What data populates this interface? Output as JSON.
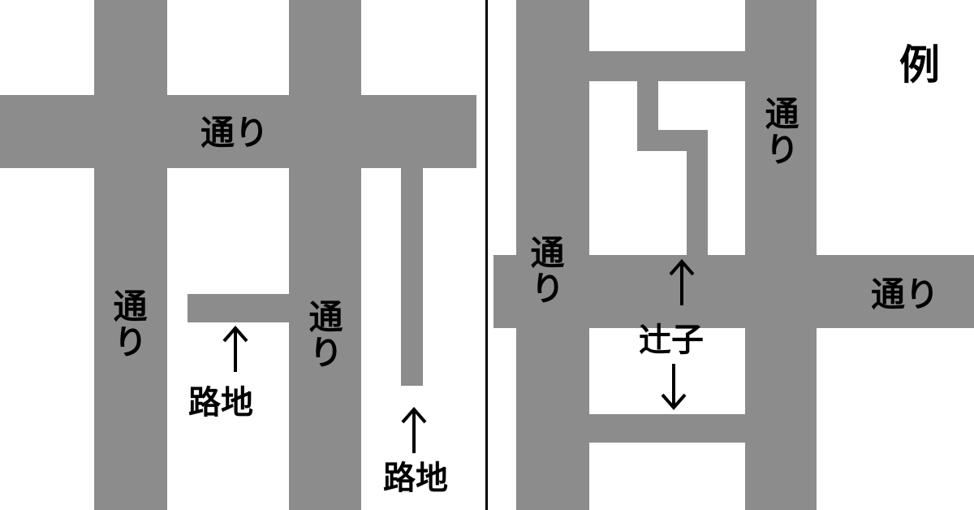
{
  "colors": {
    "road": "#8c8c8c",
    "background": "#ffffff",
    "text": "#000000",
    "divider": "#000000"
  },
  "left_panel": {
    "street_top": "通り",
    "street_left": "通り",
    "street_middle": "通り",
    "alley_1": "路地",
    "alley_2": "路地"
  },
  "right_panel": {
    "title": "例",
    "street_right_top": "通り",
    "street_left": "通り",
    "street_right": "通り",
    "junction": "辻子"
  }
}
